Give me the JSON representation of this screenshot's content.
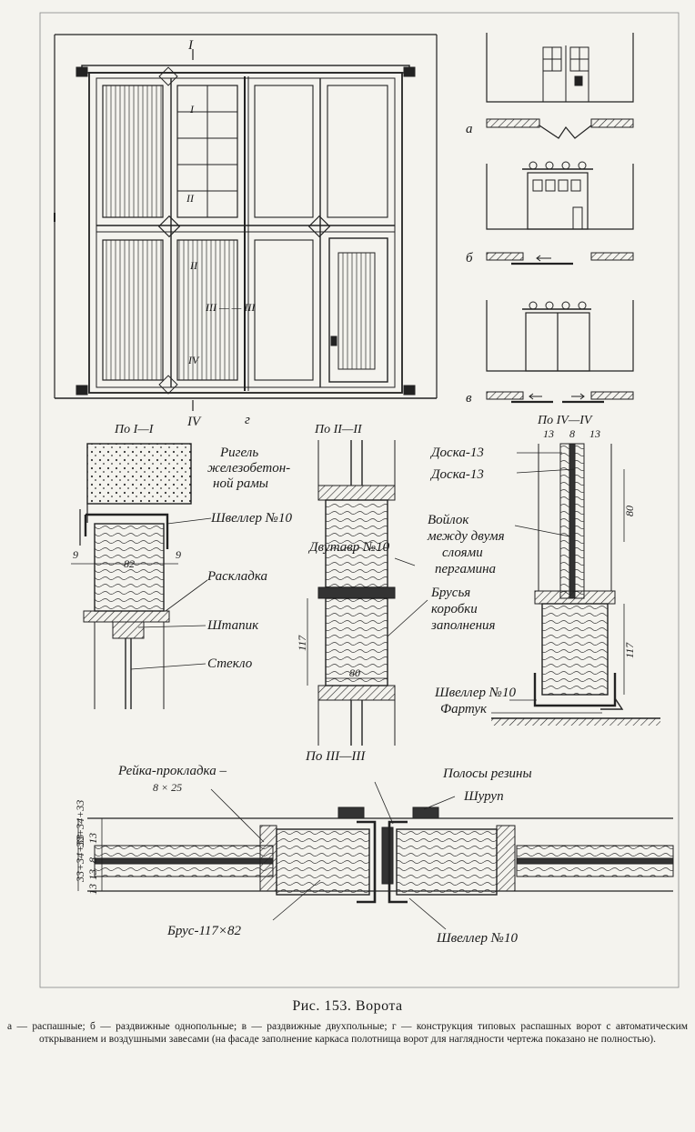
{
  "elevation": {
    "section_mark_top": "I",
    "section_mark_bottom": "IV",
    "panel_letter": "г",
    "panel_marks": [
      "I",
      "II",
      "II",
      "III — — III",
      "IV"
    ]
  },
  "schemes": [
    {
      "letter": "а"
    },
    {
      "letter": "б"
    },
    {
      "letter": "в"
    }
  ],
  "section_1": {
    "header": "По I—I",
    "labels": [
      "Ригель",
      "железобетон-",
      "ной рамы",
      "Швеллер №10",
      "Раскладка",
      "Штапик",
      "Стекло"
    ],
    "dims": [
      "9",
      "82",
      "9"
    ]
  },
  "section_2": {
    "header": "По II—II",
    "footer": "По III—III",
    "labels": [
      "Двутавр №10",
      "Брусья",
      "коробки",
      "заполнения"
    ],
    "dims": [
      "117",
      "80"
    ]
  },
  "section_4": {
    "header": "По IV—IV",
    "dims_top": [
      "13",
      "8",
      "13"
    ],
    "labels": [
      "Доска-13",
      "Доска-13",
      "Войлок",
      "между двумя",
      "слоями",
      "пергамина",
      "Швеллер №10",
      "Фартук"
    ],
    "dims": [
      "80",
      "117"
    ]
  },
  "plan": {
    "labels": [
      "Рейка-прокладка –",
      "8 × 25",
      "Полосы резины",
      "Шуруп",
      "Брус-117×82",
      "Швеллер  №10"
    ],
    "dims": [
      "33+34+33",
      "13",
      "8",
      "13",
      "33+34+33",
      "13"
    ]
  },
  "caption": {
    "title": "Рис. 153. Ворота",
    "text": "а — распашные; б — раздвижные однопольные; в — раздвижные двухпольные; г — конструкция типовых распашных ворот с автоматическим открыванием и воздушными завесами (на фасаде заполнение каркаса полотнища ворот для наглядности чертежа показано не полностью)."
  }
}
